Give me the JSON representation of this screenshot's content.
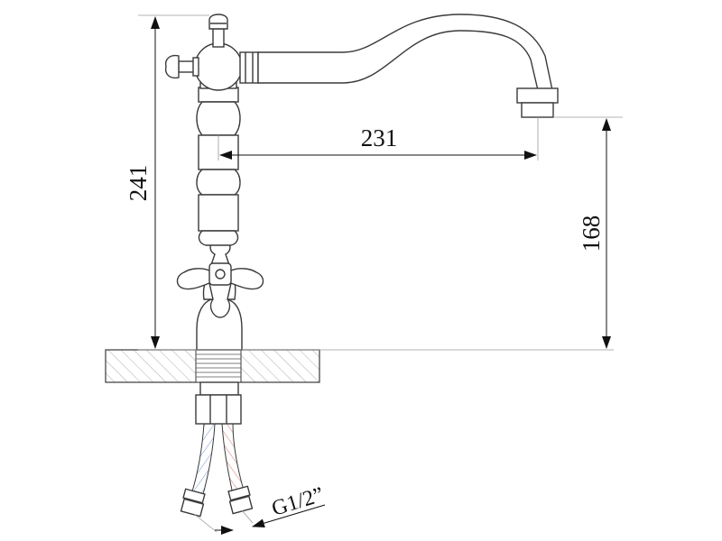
{
  "drawing": {
    "dimensions": {
      "height_total": "241",
      "spout_reach": "231",
      "spout_height": "168",
      "thread": "G1/2”"
    },
    "colors": {
      "line": "#3a3a3a",
      "dim_line": "#9a9a9a",
      "hatch": "#8a8a8a",
      "hose_blue": "#4a78c8",
      "hose_red": "#d05050"
    }
  }
}
